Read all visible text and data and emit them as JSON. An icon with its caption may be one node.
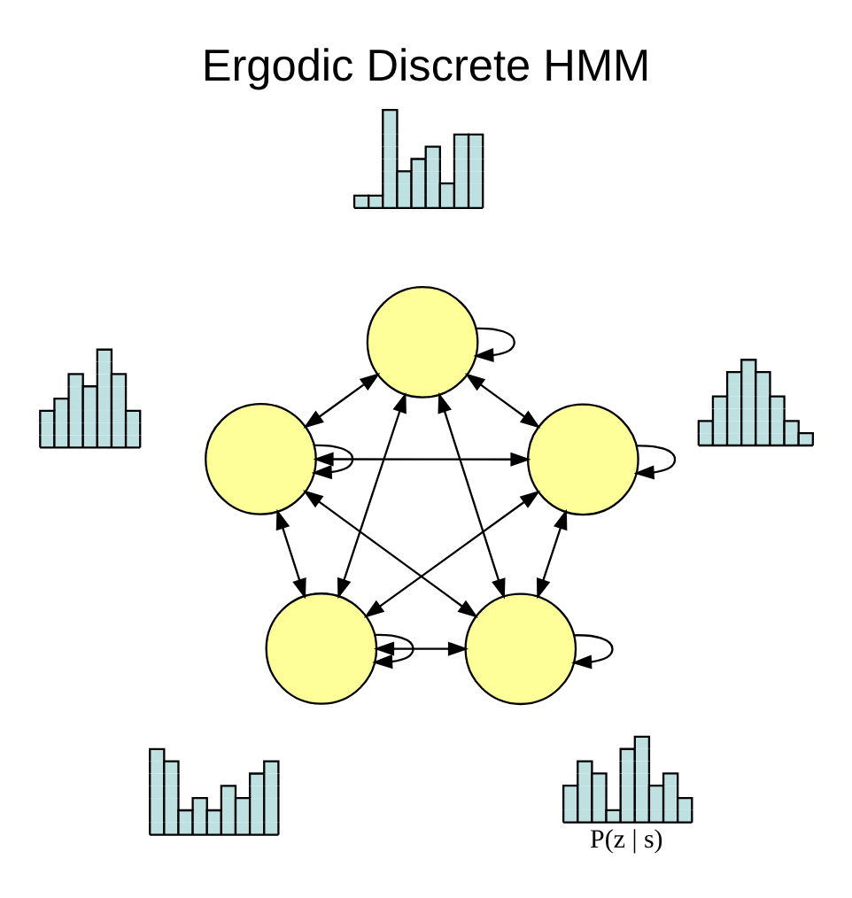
{
  "diagram": {
    "title": "Ergodic Discrete HMM",
    "nodes": [
      {
        "text": [],
        "shape": "circle"
      },
      {
        "text": [],
        "shape": "circle"
      },
      {
        "text": [],
        "shape": "circle"
      },
      {
        "text": [],
        "shape": "circle"
      },
      {
        "text": [],
        "shape": "circle"
      },
      {
        "text": [],
        "shape": "bar"
      },
      {
        "text": [],
        "shape": "bar"
      },
      {
        "text": [],
        "shape": "bar",
        "beside": [
          "P(z | s)"
        ]
      },
      {
        "text": [],
        "shape": "bar"
      },
      {
        "text": [],
        "shape": "bar"
      }
    ],
    "edges": [
      {
        "from": 0,
        "to": 0,
        "arrow": "to"
      },
      {
        "from": 1,
        "to": 1,
        "arrow": "to"
      },
      {
        "from": 2,
        "to": 2,
        "arrow": "to"
      },
      {
        "from": 3,
        "to": 3,
        "arrow": "to"
      },
      {
        "from": 4,
        "to": 4,
        "arrow": "to"
      },
      {
        "from": 0,
        "to": 1,
        "arrow": "both"
      },
      {
        "from": 0,
        "to": 2,
        "arrow": "both"
      },
      {
        "from": 0,
        "to": 3,
        "arrow": "both"
      },
      {
        "from": 0,
        "to": 4,
        "arrow": "both"
      },
      {
        "from": 1,
        "to": 2,
        "arrow": "both"
      },
      {
        "from": 1,
        "to": 3,
        "arrow": "both"
      },
      {
        "from": 1,
        "to": 4,
        "arrow": "both"
      },
      {
        "from": 2,
        "to": 3,
        "arrow": "both"
      },
      {
        "from": 2,
        "to": 4,
        "arrow": "both"
      },
      {
        "from": 3,
        "to": 4,
        "arrow": "both"
      }
    ]
  }
}
